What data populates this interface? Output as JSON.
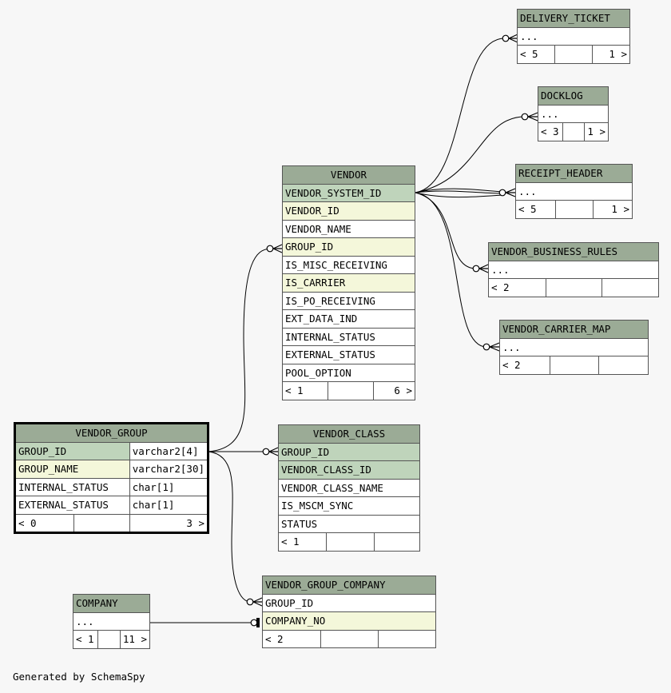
{
  "footer_text": "Generated by SchemaSpy",
  "tables": {
    "delivery_ticket": {
      "name": "DELIVERY_TICKET",
      "row": "...",
      "parents": "< 5",
      "children": "1 >"
    },
    "docklog": {
      "name": "DOCKLOG",
      "row": "...",
      "parents": "< 3",
      "children": "1 >"
    },
    "receipt_header": {
      "name": "RECEIPT_HEADER",
      "row": "...",
      "parents": "< 5",
      "children": "1 >"
    },
    "vendor_business_rules": {
      "name": "VENDOR_BUSINESS_RULES",
      "row": "...",
      "parents": "< 2",
      "children": ""
    },
    "vendor_carrier_map": {
      "name": "VENDOR_CARRIER_MAP",
      "row": "...",
      "parents": "< 2",
      "children": ""
    },
    "vendor": {
      "name": "VENDOR",
      "columns": [
        "VENDOR_SYSTEM_ID",
        "VENDOR_ID",
        "VENDOR_NAME",
        "GROUP_ID",
        "IS_MISC_RECEIVING",
        "IS_CARRIER",
        "IS_PO_RECEIVING",
        "EXT_DATA_IND",
        "INTERNAL_STATUS",
        "EXTERNAL_STATUS",
        "POOL_OPTION"
      ],
      "parents": "< 1",
      "children": "6 >"
    },
    "vendor_group": {
      "name": "VENDOR_GROUP",
      "columns": [
        {
          "name": "GROUP_ID",
          "type": "varchar2[4]"
        },
        {
          "name": "GROUP_NAME",
          "type": "varchar2[30]"
        },
        {
          "name": "INTERNAL_STATUS",
          "type": "char[1]"
        },
        {
          "name": "EXTERNAL_STATUS",
          "type": "char[1]"
        }
      ],
      "parents": "< 0",
      "children": "3 >"
    },
    "vendor_class": {
      "name": "VENDOR_CLASS",
      "columns": [
        "GROUP_ID",
        "VENDOR_CLASS_ID",
        "VENDOR_CLASS_NAME",
        "IS_MSCM_SYNC",
        "STATUS"
      ],
      "parents": "< 1",
      "children": ""
    },
    "vendor_group_company": {
      "name": "VENDOR_GROUP_COMPANY",
      "columns": [
        "GROUP_ID",
        "COMPANY_NO"
      ],
      "parents": "< 2",
      "children": ""
    },
    "company": {
      "name": "COMPANY",
      "row": "...",
      "parents": "< 1",
      "children": "11 >"
    }
  },
  "colors": {
    "header": "#9bab96",
    "primary_key": "#bfd4bb",
    "foreign_key": "#f4f7da",
    "background": "#f7f7f7"
  }
}
